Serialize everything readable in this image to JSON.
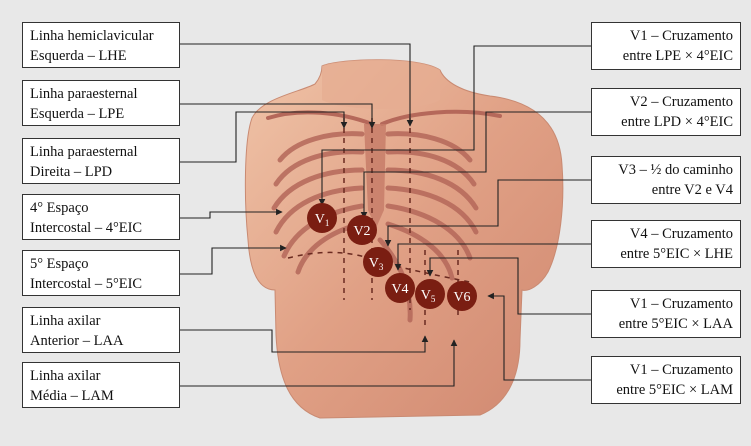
{
  "colors": {
    "background": "#e8e8e8",
    "skin": "#e0a085",
    "rib": "#b5685a",
    "electrode": "#7a1e12",
    "box_border": "#333333",
    "line": "#222222"
  },
  "left_labels": [
    {
      "id": "lhe",
      "line1": "Linha hemiclavicular",
      "line2": "Esquerda – LHE"
    },
    {
      "id": "lpe",
      "line1": "Linha paraesternal",
      "line2": "Esquerda – LPE"
    },
    {
      "id": "lpd",
      "line1": "Linha paraesternal",
      "line2": "Direita – LPD"
    },
    {
      "id": "eic4",
      "line1": "4° Espaço",
      "line2": "Intercostal – 4°EIC"
    },
    {
      "id": "eic5",
      "line1": "5° Espaço",
      "line2": "Intercostal – 5°EIC"
    },
    {
      "id": "laa",
      "line1": "Linha axilar",
      "line2": "Anterior – LAA"
    },
    {
      "id": "lam",
      "line1": "Linha axilar",
      "line2": "Média – LAM"
    }
  ],
  "right_labels": [
    {
      "id": "v1",
      "line1": "V1 – Cruzamento",
      "line2": "entre LPE × 4°EIC"
    },
    {
      "id": "v2",
      "line1": "V2 – Cruzamento",
      "line2": "entre LPD × 4°EIC"
    },
    {
      "id": "v3",
      "line1": "V3 – ½ do caminho",
      "line2": "entre V2 e V4"
    },
    {
      "id": "v4",
      "line1": "V4 – Cruzamento",
      "line2": "entre 5°EIC × LHE"
    },
    {
      "id": "v5",
      "line1": "V1 – Cruzamento",
      "line2": "entre 5°EIC × LAA"
    },
    {
      "id": "v6",
      "line1": "V1 – Cruzamento",
      "line2": "entre 5°EIC × LAM"
    }
  ],
  "electrodes": [
    {
      "id": "v1",
      "main": "V",
      "sub": "1"
    },
    {
      "id": "v2",
      "main": "V2",
      "sub": ""
    },
    {
      "id": "v3",
      "main": "V",
      "sub": "3"
    },
    {
      "id": "v4",
      "main": "V4",
      "sub": ""
    },
    {
      "id": "v5",
      "main": "V",
      "sub": "5"
    },
    {
      "id": "v6",
      "main": "V6",
      "sub": ""
    }
  ]
}
